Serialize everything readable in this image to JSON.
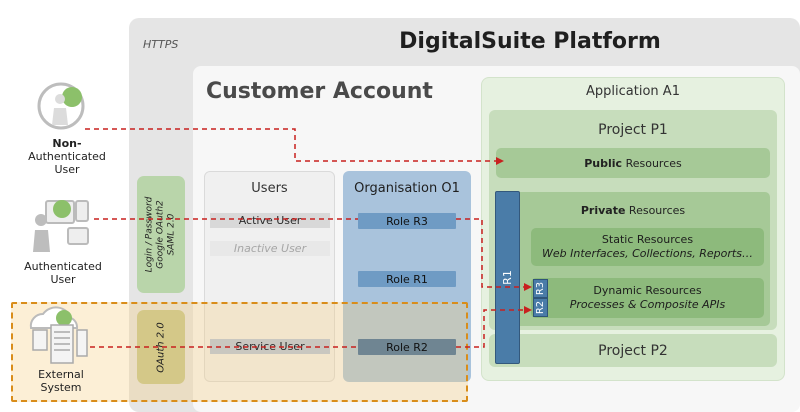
{
  "platform": {
    "title": "DigitalSuite Platform",
    "protocol": "HTTPS"
  },
  "customer_account": {
    "title": "Customer Account"
  },
  "application": {
    "title": "Application A1",
    "project_p1": {
      "title": "Project P1",
      "public_resources": {
        "bold": "Public",
        "rest": " Resources"
      },
      "private_resources": {
        "bold": "Private",
        "rest": " Resources"
      },
      "static_resources": {
        "title": "Static Resources",
        "subtitle": "Web Interfaces, Collections, Reports…"
      },
      "dynamic_resources": {
        "title": "Dynamic Resources",
        "subtitle": "Processes & Composite APIs"
      }
    },
    "project_p2": {
      "title": "Project P2"
    },
    "r1_label": "R1",
    "r3_chip": "R3",
    "r2_chip": "R2"
  },
  "users": {
    "title": "Users",
    "active": "Active User",
    "inactive": "Inactive User",
    "service": "Service User"
  },
  "organisation": {
    "title": "Organisation O1",
    "role_r3": "Role R3",
    "role_r1": "Role R1",
    "role_r2": "Role R2"
  },
  "auth": {
    "line1": "Login / Password",
    "line2": "Google OAuth2",
    "line3": "SAML 2.0",
    "oauth": "OAuth 2.0"
  },
  "actors": {
    "non_auth_bold": "Non-",
    "non_auth_rest1": "Authenticated",
    "non_auth_rest2": "User",
    "auth_line1": "Authenticated",
    "auth_line2": "User",
    "ext_line1": "External",
    "ext_line2": "System"
  },
  "colors": {
    "arrow": "#c8201f",
    "platform_bg": "#e5e5e5",
    "green_dark": "#8dba7c",
    "blue_role": "#6f9bc4",
    "orange_dash": "#d98d1a"
  }
}
